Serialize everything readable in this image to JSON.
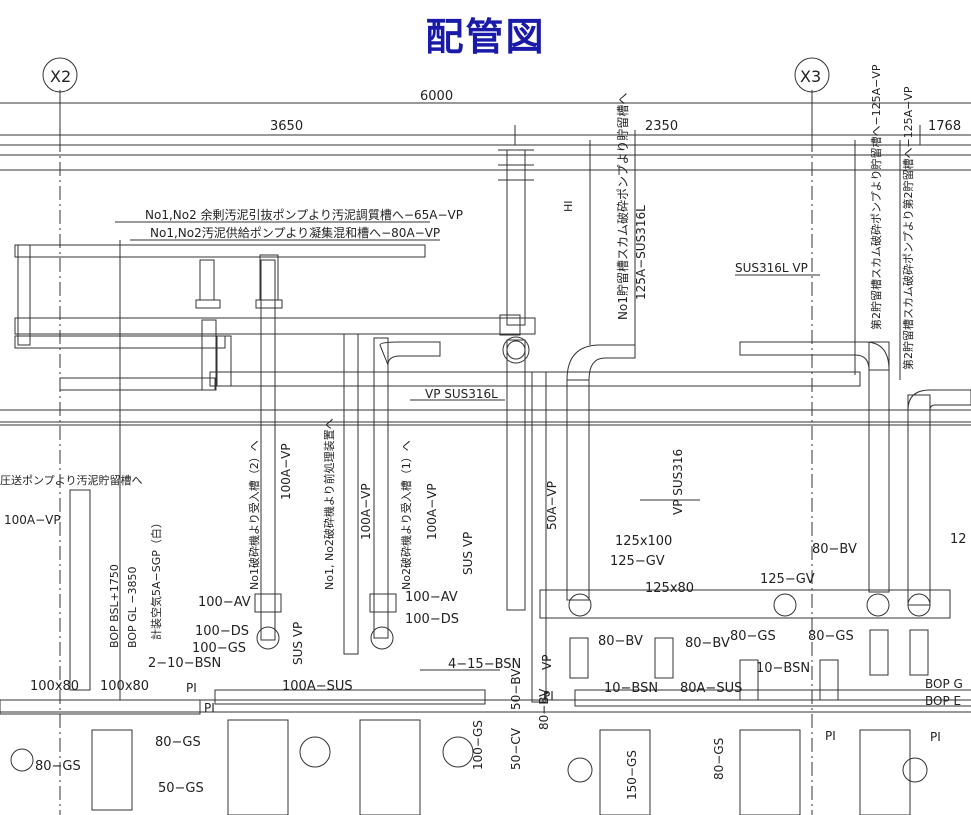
{
  "title": "配管図",
  "grid": {
    "left": "X2",
    "right": "X3"
  },
  "dimensions": {
    "overall": "6000",
    "left": "3650",
    "right": "2350",
    "far_right": "1768"
  },
  "annotations": {
    "a1": "No1,No2 余剰汚泥引抜ポンプより汚泥調質槽へ−65A−VP",
    "a2": "No1,No2汚泥供給ポンプより凝集混和槽へ−80A−VP",
    "a3": "No1貯留槽スカム破砕ポンプより貯留槽へ",
    "a4": "125A−SUS316L",
    "a5": "第2貯留槽スカム破砕ポンプより貯留槽へ−125A−VP",
    "a6": "第2貯留槽スカム破砕ポンプより第2貯留槽へ−125A−VP",
    "a7": "SUS316L VP",
    "a8": "VP SUS316L",
    "a9": "VP SUS316",
    "a10": "圧送ポンプより汚泥貯留槽へ",
    "a11": "100A−VP",
    "a12": "No1破砕機より受入槽（2）へ",
    "a13": "No1, No2破砕機より前処理装置へ",
    "a14": "No2破砕機より受入槽（1）へ",
    "a15": "100A−VP",
    "a16": "100A−VP",
    "a17": "100A−VP",
    "a18": "50A−VP",
    "a19": "計装空気5A−SGP（白）",
    "a20": "BOP BSL+1750",
    "a21": "BOP GL −3850",
    "a22": "SUS VP",
    "a23": "SUS VP"
  },
  "labels": {
    "hi": "HI",
    "l125x100": "125x100",
    "l125gv": "125−GV",
    "l125x80": "125x80",
    "l125gv2": "125−GV",
    "l80bv1": "80−BV",
    "l80bv2": "80−BV",
    "l80bv3": "80−BV",
    "l80bv4": "80−BV",
    "l80gs1": "80−GS",
    "l80gs2": "80−GS",
    "l80gs3": "80−GS",
    "l80gs4": "80−GS",
    "l80gs5": "80−GS",
    "l100av1": "100−AV",
    "l100av2": "100−AV",
    "l100ds1": "100−DS",
    "l100ds2": "100−DS",
    "l100gs": "100−GS",
    "l100gs2": "100−GS",
    "l2bsn": "2−10−BSN",
    "l4bsn": "4−15−BSN",
    "l10bsn1": "10−BSN",
    "l10bsn2": "10−BSN",
    "l100x80a": "100x80",
    "l100x80b": "100x80",
    "l100asus": "100A−SUS",
    "l80asus": "80A−SUS",
    "l50gs": "50−GS",
    "l150gs": "150−GS",
    "l50cv": "50−CV",
    "l50bv": "50−BV",
    "lpi1": "PI",
    "lpi2": "PI",
    "lpi3": "PI",
    "lpi4": "PI",
    "lpi5": "PI",
    "lvp": "VP",
    "lbop1": "BOP G",
    "lbop2": "BOP E",
    "l12": "12"
  }
}
